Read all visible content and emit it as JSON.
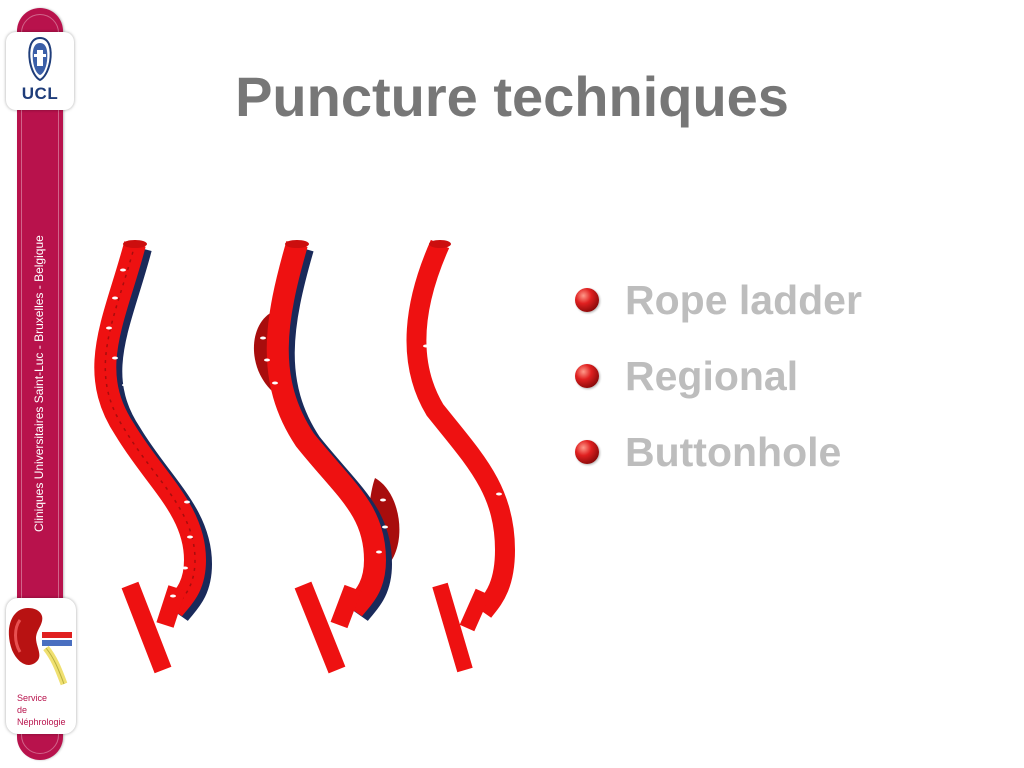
{
  "slide": {
    "title": "Puncture techniques",
    "bullets": [
      "Rope ladder",
      "Regional",
      "Buttonhole"
    ]
  },
  "sidebar": {
    "logo_text": "UCL",
    "vertical_text": "Cliniques Universitaires Saint-Luc - Bruxelles - Belgique",
    "service_label": [
      "Service",
      "de",
      "Néphrologie"
    ]
  },
  "colors": {
    "sidebar": "#b8124c",
    "title": "#777777",
    "bullet_text": "#bdbdbd",
    "vessel": "#ee1111",
    "vessel_dark": "#a80d0d",
    "vessel_shadow": "#1a2a5a"
  },
  "icons": [
    "ucl-logo-icon",
    "kidney-icon",
    "bullet-sphere-icon"
  ]
}
